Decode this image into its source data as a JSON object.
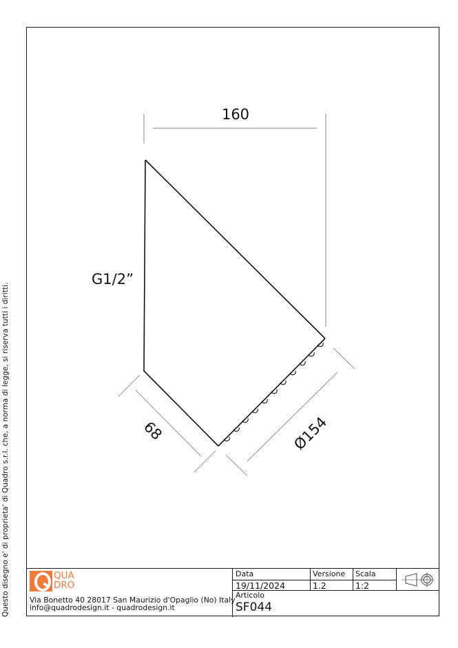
{
  "drawing": {
    "dimensions": {
      "width_top": "160",
      "thread": "G1/2”",
      "short_edge": "68",
      "diameter": "Ø154"
    }
  },
  "side_note": "Questo disegno e' di proprieta' di Quadro s.r.l. che, a norma di legge, si riserva tutti i diritti.",
  "title_block": {
    "logo": {
      "line1": "QUA",
      "line2": "DRO",
      "brand_color": "#f07a3a"
    },
    "address_line1": "Via Bonetto 40  28017 San Maurizio d'Opaglio (No) Italy",
    "address_line2": "info@quadrodesign.it  -  quadrodesign.it",
    "date_label": "Data",
    "date_value": "19/11/2024",
    "version_label": "Versione",
    "version_value": "1.2",
    "scale_label": "Scala",
    "scale_value": "1:2",
    "article_label": "Articolo",
    "article_value": "SF044",
    "projection_symbol": "first-angle-projection-icon"
  }
}
